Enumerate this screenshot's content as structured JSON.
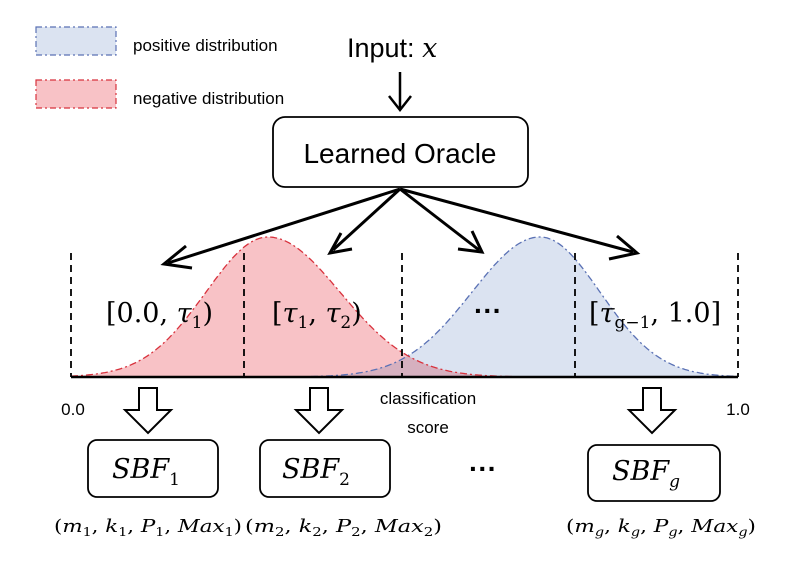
{
  "legend": {
    "positive_label": "positive distribution",
    "negative_label": "negative distribution",
    "positive_fill": "#dbe3f1",
    "positive_stroke": "#5b72b5",
    "negative_fill": "#f8c2c6",
    "negative_stroke": "#d8323d"
  },
  "input": {
    "prefix": "Input: ",
    "var": "x"
  },
  "oracle": {
    "label": "Learned Oracle"
  },
  "axis": {
    "left_tick": "0.0",
    "right_tick": "1.0",
    "label_line1": "classification",
    "label_line2": "score"
  },
  "intervals": [
    {
      "lb": "[",
      "a": "0.0",
      "a_sub": "",
      "b": "τ",
      "b_sub": "1",
      "rb": ")"
    },
    {
      "lb": "[",
      "a": "τ",
      "a_sub": "1",
      "b": "τ",
      "b_sub": "2",
      "rb": ")"
    },
    {
      "ellipsis": "···"
    },
    {
      "lb": "[",
      "a": "τ",
      "a_sub": "g−1",
      "b": "1.0",
      "b_sub": "",
      "rb": "]"
    }
  ],
  "filters": [
    {
      "base": "SBF",
      "sub": "1",
      "params": {
        "m": "m",
        "m_sub": "1",
        "k": "k",
        "k_sub": "1",
        "p": "P",
        "p_sub": "1",
        "max": "Max",
        "max_sub": "1"
      }
    },
    {
      "base": "SBF",
      "sub": "2",
      "params": {
        "m": "m",
        "m_sub": "2",
        "k": "k",
        "k_sub": "2",
        "p": "P",
        "p_sub": "2",
        "max": "Max",
        "max_sub": "2"
      }
    },
    {
      "ellipsis": "···"
    },
    {
      "base": "SBF",
      "sub": "g",
      "params": {
        "m": "m",
        "m_sub": "g",
        "k": "k",
        "k_sub": "g",
        "p": "P",
        "p_sub": "g",
        "max": "Max",
        "max_sub": "g"
      }
    }
  ]
}
